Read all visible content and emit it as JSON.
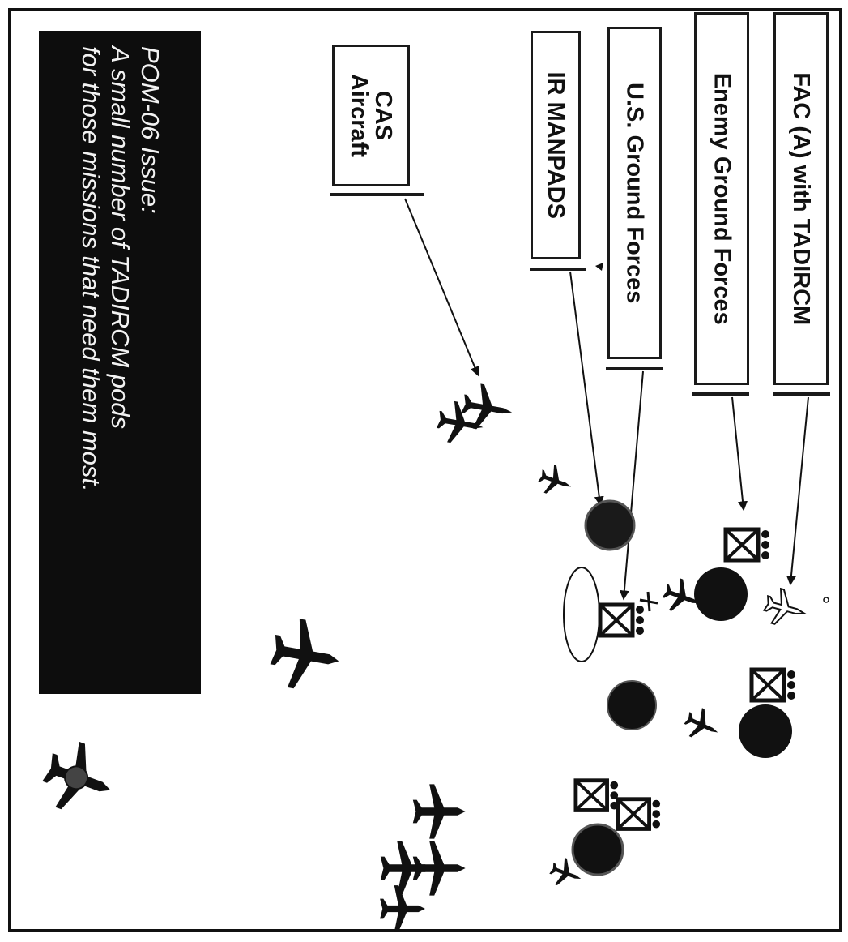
{
  "labels": {
    "fac": "FAC (A) with TADIRCM",
    "enemy": "Enemy Ground Forces",
    "us_ground": "U.S. Ground Forces",
    "manpads": "IR MANPADS",
    "cas_line1": "CAS",
    "cas_line2": "Aircraft"
  },
  "issue": {
    "line1": "POM-06 Issue:",
    "line2": "A small number of TADIRCM pods",
    "line3": "for those missions that need them most."
  },
  "colors": {
    "ink": "#111111",
    "issue_background": "#0d0d0d",
    "issue_text": "#f2f2f2",
    "page": "#ffffff"
  },
  "icons": [
    "fighter-aircraft-icon",
    "transport-aircraft-icon",
    "awacs-aircraft-icon",
    "ground-unit-icon",
    "manpads-threat-icon",
    "fac-aircraft-icon"
  ]
}
